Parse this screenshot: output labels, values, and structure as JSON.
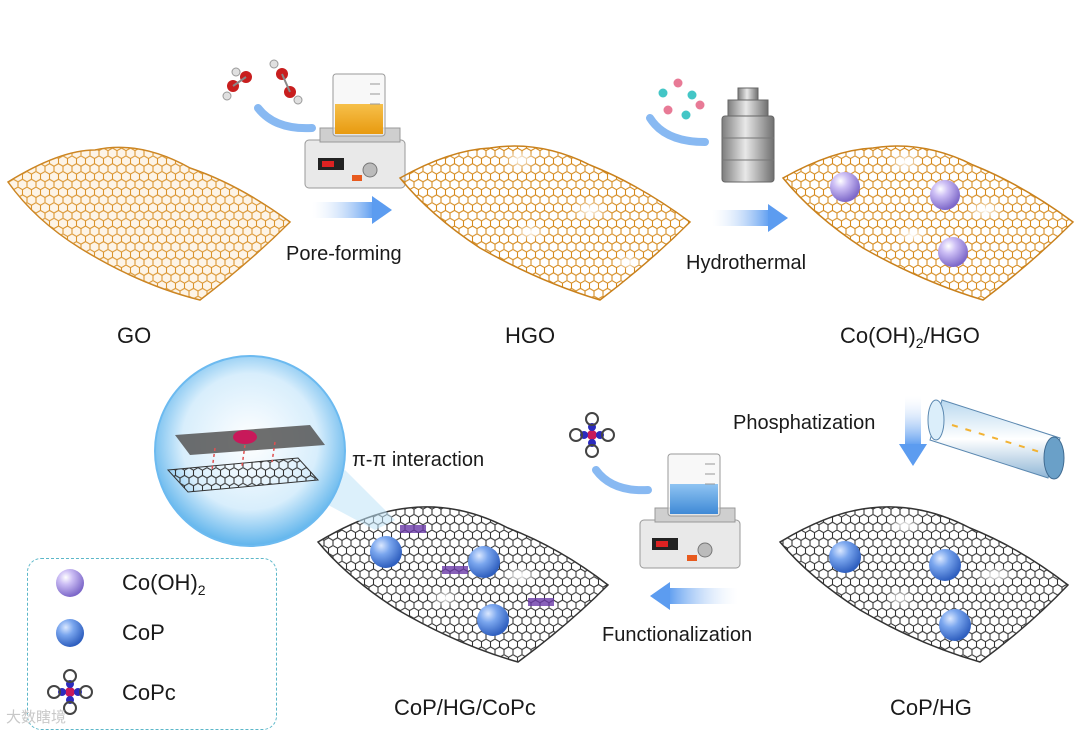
{
  "top_row": {
    "go_label": "GO",
    "hgo_label": "HGO",
    "cooh_hgo_label_main": "Co(OH)",
    "cooh_hgo_label_sub": "2",
    "cooh_hgo_label_tail": "/HGO",
    "step1_label": "Pore-forming",
    "step2_label": "Hydrothermal"
  },
  "bottom_row": {
    "copc_label": "CoP/HG/CoPc",
    "cophg_label": "CoP/HG",
    "step3_label": "Phosphatization",
    "step4_label": "Functionalization",
    "pi_label": "π-π interaction"
  },
  "legend": {
    "items": [
      {
        "label_main": "Co(OH)",
        "label_sub": "2",
        "icon": "purple-sphere-icon"
      },
      {
        "label_main": "CoP",
        "label_sub": "",
        "icon": "blue-sphere-icon"
      },
      {
        "label_main": "CoPc",
        "label_sub": "",
        "icon": "copc-molecule-icon"
      }
    ]
  },
  "colors": {
    "go_sheet": "#d9902a",
    "hg_sheet": "#3a3a3a",
    "arrow": "#6aa8ef",
    "cooh_sphere": "#b7a6ec",
    "cop_sphere": "#5f8fe0",
    "legend_border": "#5bb7c9"
  },
  "watermark": "大数瞎境"
}
